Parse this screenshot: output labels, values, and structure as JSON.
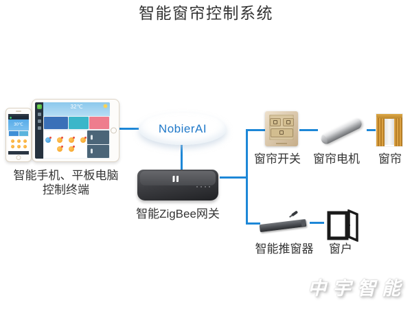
{
  "title": "智能窗帘控制系统",
  "watermark": "中宇智能",
  "colors": {
    "line_blue": "#1d87d7",
    "cloud_text_blue": "#1f78c8",
    "label_dark": "#333333",
    "switch_panel": "#d8c49c",
    "curtain_gold": "#c98f33"
  },
  "terminals": {
    "label_line1": "智能手机、平板电脑",
    "label_line2": "控制终端",
    "tablet_temp": "32℃",
    "phone_temp": "30℃"
  },
  "cloud": {
    "label": "NobierAI"
  },
  "gateway": {
    "label": "智能ZigBee网关"
  },
  "branch_top": [
    {
      "id": "curtain-switch",
      "label": "窗帘开关"
    },
    {
      "id": "curtain-motor",
      "label": "窗帘电机"
    },
    {
      "id": "curtain",
      "label": "窗帘"
    }
  ],
  "branch_bottom": [
    {
      "id": "window-pusher",
      "label": "智能推窗器"
    },
    {
      "id": "window",
      "label": "窗户"
    }
  ]
}
